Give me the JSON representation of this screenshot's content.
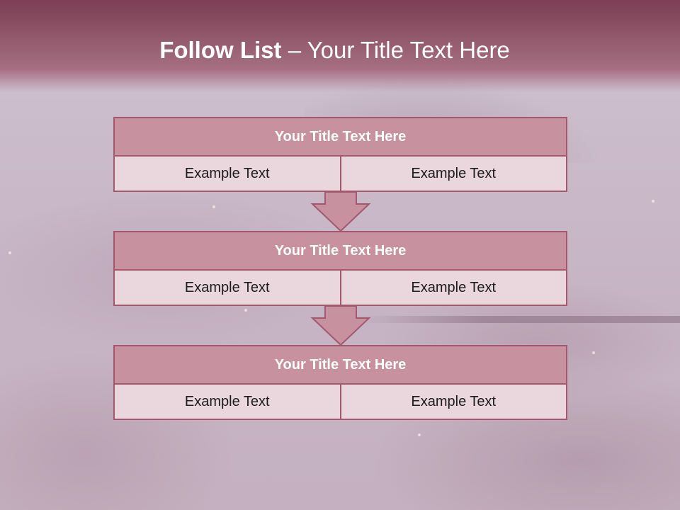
{
  "slide": {
    "title_bold": "Follow List",
    "title_rest": " – Your Title Text Here"
  },
  "blocks": [
    {
      "title": "Your Title Text Here",
      "left_text": "Example Text",
      "right_text": "Example Text"
    },
    {
      "title": "Your Title Text Here",
      "left_text": "Example Text",
      "right_text": "Example Text"
    },
    {
      "title": "Your Title Text Here",
      "left_text": "Example Text",
      "right_text": "Example Text"
    }
  ],
  "colors": {
    "header": "#8c5165",
    "block_title_fill": "#c8919f",
    "cell_fill": "#ead7dd",
    "border": "#a3586e"
  },
  "icons": [
    "down-arrow-icon",
    "down-arrow-icon"
  ]
}
